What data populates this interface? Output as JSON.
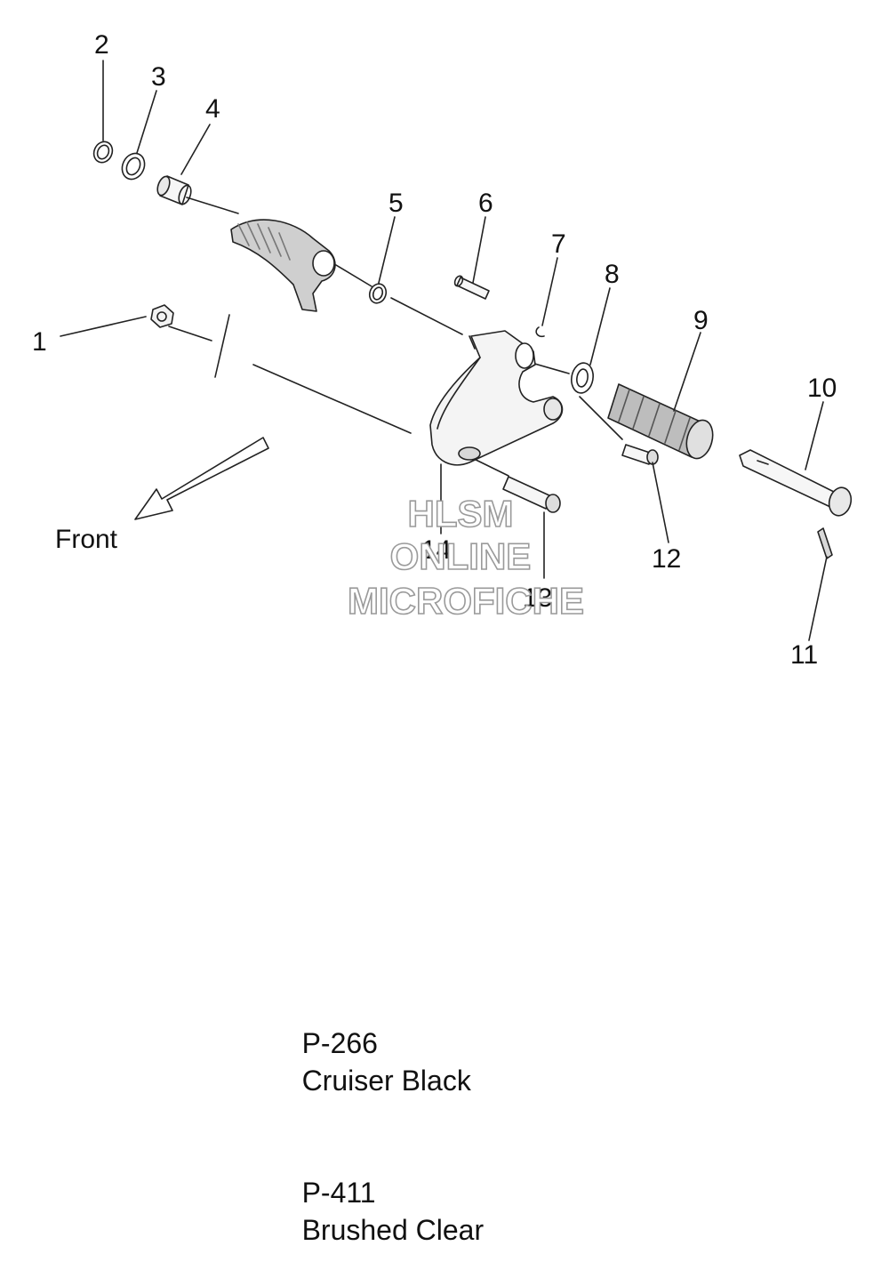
{
  "diagram": {
    "callouts": [
      "1",
      "2",
      "3",
      "4",
      "5",
      "6",
      "7",
      "8",
      "9",
      "10",
      "11",
      "12",
      "13",
      "14"
    ],
    "front_label": "Front",
    "watermark": [
      "HLSM",
      "ONLINE",
      "MICROFICHE"
    ]
  },
  "legend": [
    {
      "code": "P-266",
      "finish": "Cruiser Black"
    },
    {
      "code": "P-411",
      "finish": "Brushed Clear"
    }
  ]
}
